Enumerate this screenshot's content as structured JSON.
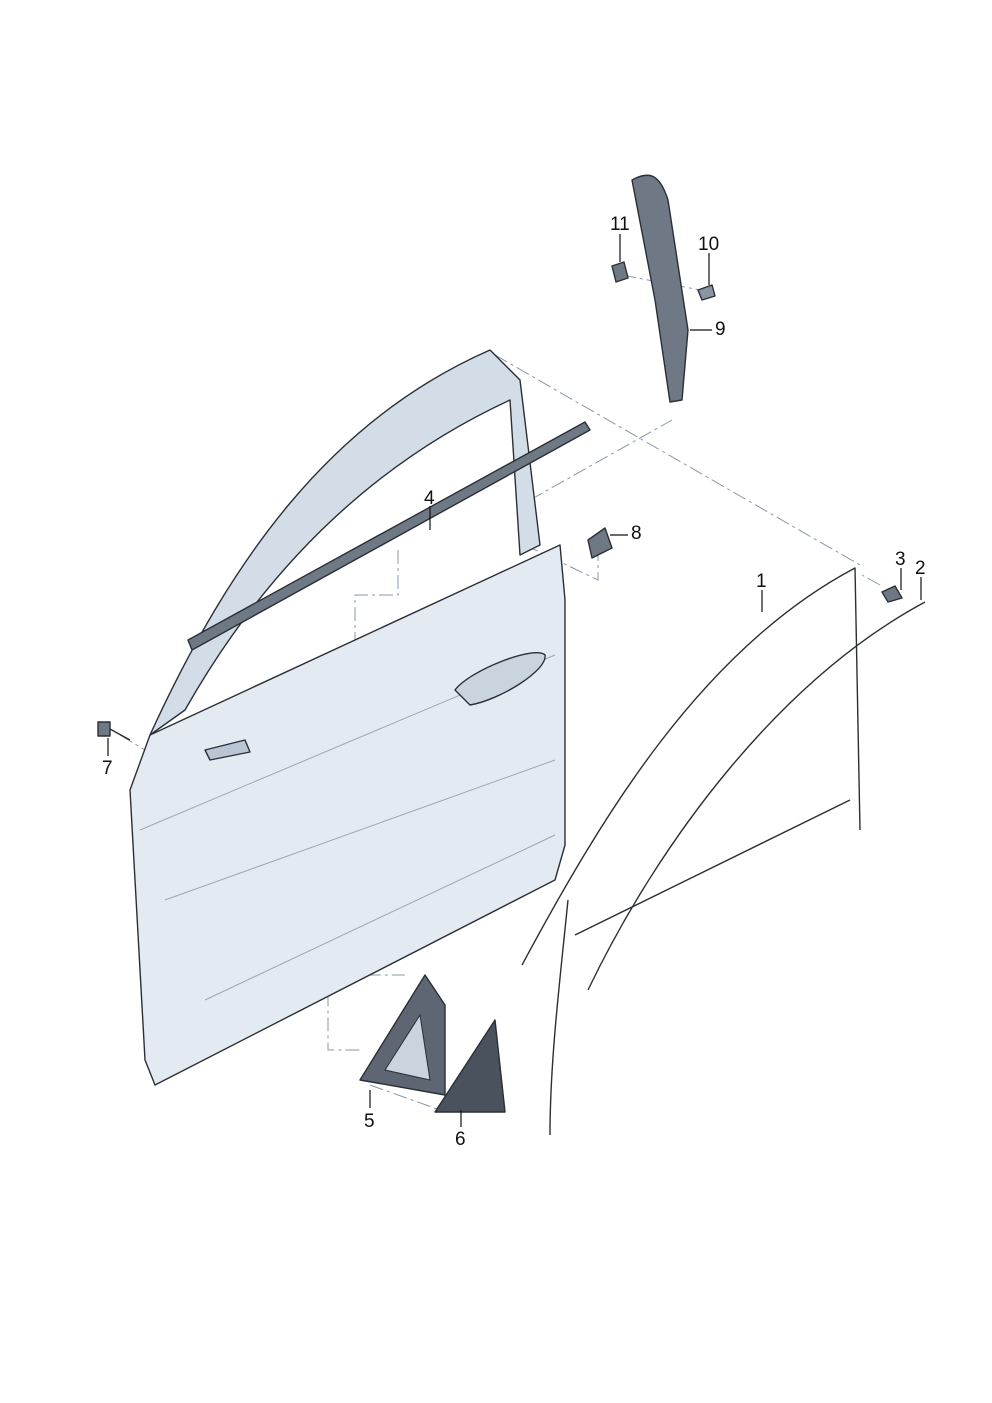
{
  "diagram": {
    "type": "exploded parts diagram",
    "colors": {
      "door_panel": "#e3eaf1",
      "door_shade": "#c9d4df",
      "seal": "#6f7986",
      "seal_dark": "#4a525d",
      "outline": "#2a2f36",
      "dash": "#8a97a8"
    },
    "callouts": [
      {
        "id": "1",
        "label": "1"
      },
      {
        "id": "2",
        "label": "2"
      },
      {
        "id": "3",
        "label": "3"
      },
      {
        "id": "4",
        "label": "4"
      },
      {
        "id": "5",
        "label": "5"
      },
      {
        "id": "6",
        "label": "6"
      },
      {
        "id": "7",
        "label": "7"
      },
      {
        "id": "8",
        "label": "8"
      },
      {
        "id": "9",
        "label": "9"
      },
      {
        "id": "10",
        "label": "10"
      },
      {
        "id": "11",
        "label": "11"
      }
    ]
  }
}
